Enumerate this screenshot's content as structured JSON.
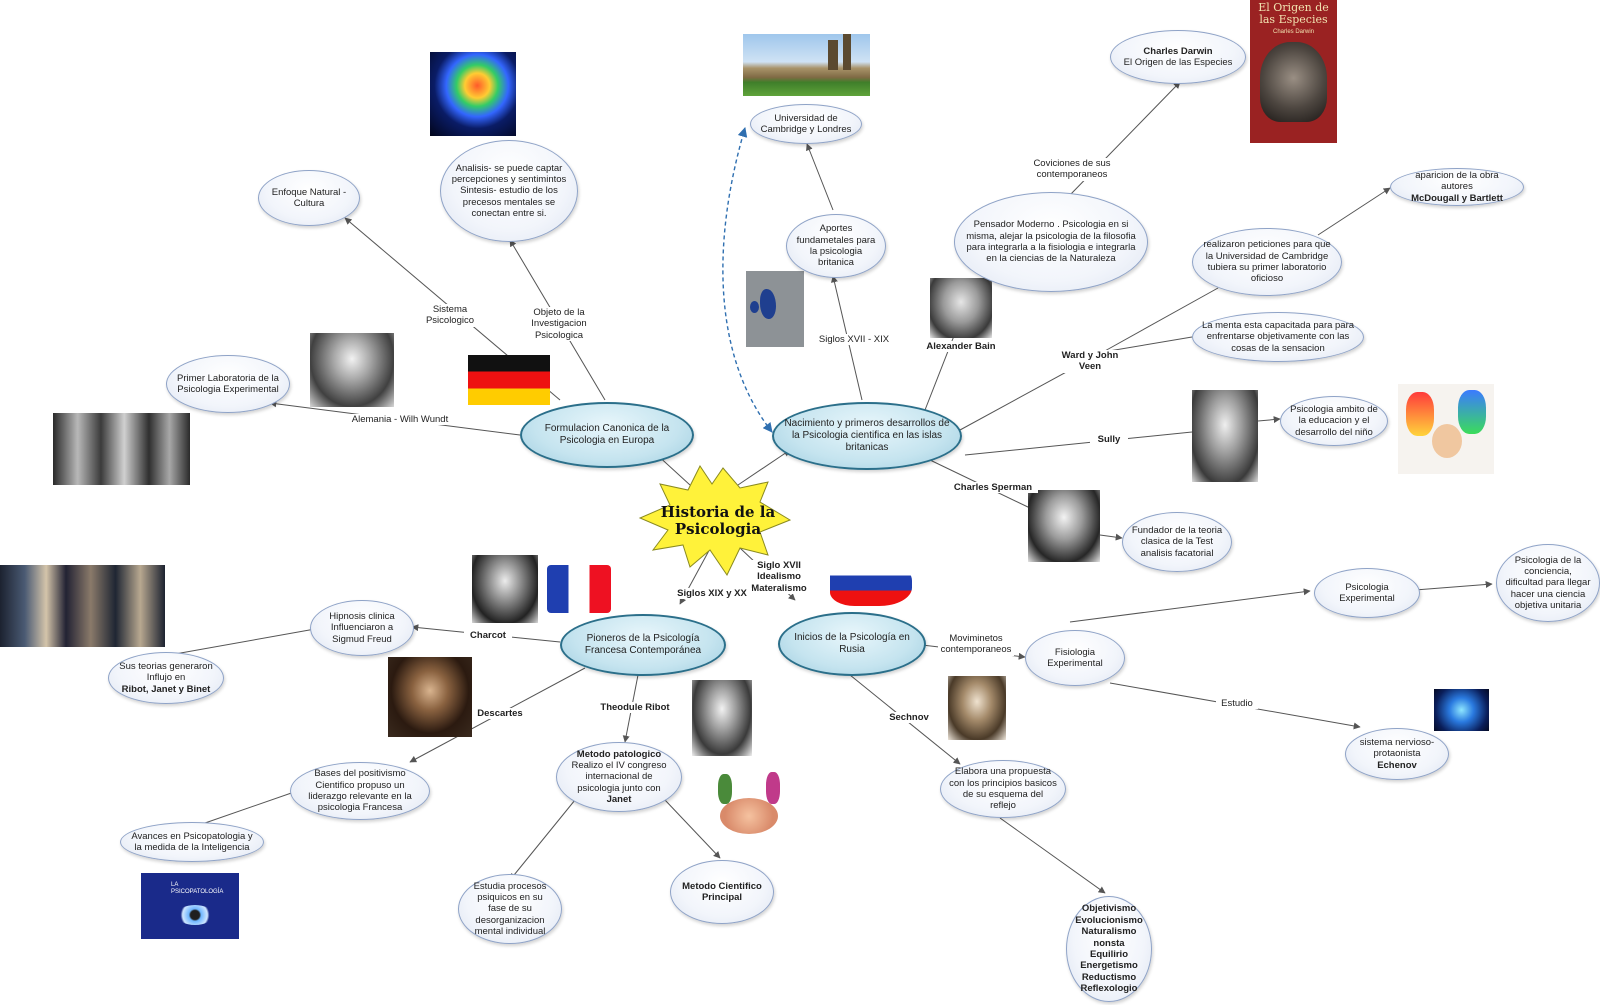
{
  "center": {
    "line1": "Historia de la",
    "line2": "Psicologia"
  },
  "main_nodes": {
    "europe": "Formulacion Canonica de la Psicologia en Europa",
    "british": "Nacimiento y primeros desarrollos de la Psicologia cientifica en las islas britanicas",
    "french": "Pioneros de la Psicología Francesa Contemporánea",
    "russia": "Inicios de la Psicología en Rusia"
  },
  "nodes": {
    "enfoque": "Enfoque Natural - Cultura",
    "analisis": "Analisis- se puede captar percepciones y sentimintos Sintesis- estudio de los precesos mentales se conectan entre si.",
    "primer_lab": "Primer Laboratoria de la Psicologia Experimental",
    "cambridge": "Universidad de Cambridge y Londres",
    "aportes": "Aportes fundametales para la psicologia britanica",
    "darwin_title": "Charles Darwin",
    "darwin_sub": "El Origen de las Especies",
    "pensador": "Pensador Moderno . Psicologia en si misma, alejar la psicologia de la filosofia  para integrarla a la fisiologia e integrarla en la ciencias de la Naturaleza",
    "mcdougall_pre": "aparicion de la obra autores",
    "mcdougall_bold": "McDougall y Bartlett",
    "peticiones": "realizaron peticiones para que la Universidad de Cambridge tubiera su primer laboratorio oficioso",
    "menta": "La menta esta capacitada para para enfrentarse objetivamente con las cosas de la sensacion",
    "ambito": "Psicologia ambito de la educacion y el desarrollo del niño",
    "fundador": "Fundador de la teoria clasica de la Test analisis facatorial",
    "hipnosis": "Hipnosis clinica Influenciaron a Sigmud Freud",
    "teorias_pre": "Sus teorias  generaron Influjo en",
    "teorias_bold": "Ribot, Janet y Binet",
    "bases": "Bases del positivismo Cientifico propuso un liderazgo relevante en la psicologia Francesa",
    "avances": "Avances en Psicopatologia y la medida de la Inteligencia",
    "metodo_pat_title": "Metodo patologico",
    "metodo_pat_body": "Realizo el IV congreso internacional de psicologia junto con",
    "metodo_pat_bold": "Janet",
    "estudia": "Estudia procesos psiquicos en su fase de su desorganizacion mental individual",
    "metodo_cient": "Metodo Cientifico Principal",
    "psico_exp": "Psicologia Experimental",
    "conciencia": "Psicologia de la conciencia, dificultad para llegar hacer una ciencia objetiva unitaria",
    "fisio_exp": "Fisiologia Experimental",
    "nervioso_pre": "sistema nervioso- protaonista",
    "nervioso_bold": "Echenov",
    "elabora": "Elabora una propuesta con los principios basicos de su esquema del reflejo",
    "objetivismo": "Objetivismo Evolucionismo Naturalismo nonsta Equilirio Energetismo Reductismo Reflexologio"
  },
  "labels": {
    "sistema": "Sistema Psicologico",
    "objeto": "Objeto de la Investigacion Psicologica",
    "alemania": "Alemania - Wilh Wundt",
    "siglos_xvii_xix": "Siglos XVII - XIX",
    "alexander": "Alexander Bain",
    "coviciones": "Coviciones de sus contemporaneos",
    "ward": "Ward y John Veen",
    "sully": "Sully",
    "sperman": "Charles Sperman",
    "siglo_xvii_idealismo": "Siglo XVII Idealismo Materalismo",
    "siglos_xix_xx": "Siglos XIX y XX",
    "charcot": "Charcot",
    "descartes": "Descartes",
    "theodule": "Theodule Ribot",
    "movimientos": "Moviminetos contemporaneos",
    "sechnov": "Sechnov",
    "estudio": "Estudio"
  },
  "book": {
    "title": "El Origen de las Especies",
    "author": "Charles Darwin"
  },
  "psicopatologia_img": {
    "line1": "LA",
    "line2": "PSICOPATOLOGÍA"
  },
  "colors": {
    "main_fill": "#c5e4ef",
    "main_border": "#2b6f8a",
    "node_border": "#8fa3c7",
    "star": "#fff23a",
    "dashed": "#2f6fb0"
  }
}
